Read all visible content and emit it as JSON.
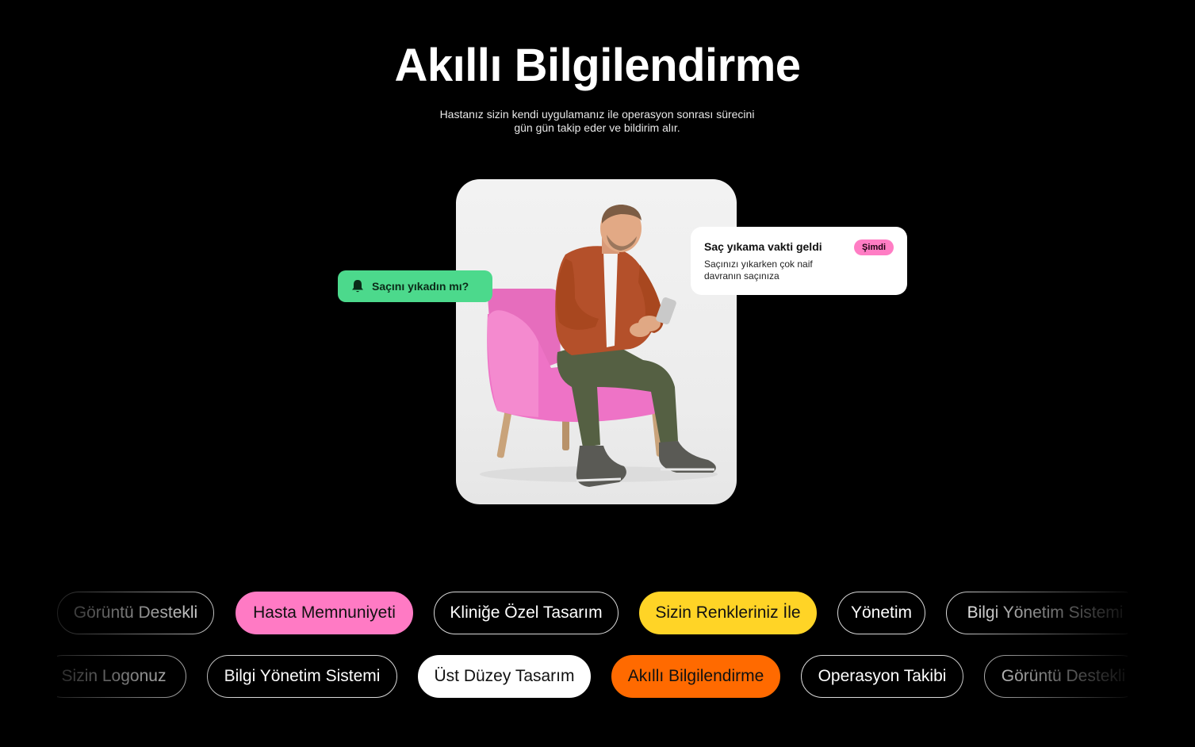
{
  "hero": {
    "title": "Akıllı Bilgilendirme",
    "subtitle_line1": "Hastanız sizin kendi uygulamanız ile operasyon sonrası sürecini",
    "subtitle_line2": "gün gün takip eder ve bildirim alır."
  },
  "notification_chip": {
    "icon": "bell-icon",
    "label": "Saçını yıkadın mı?",
    "color": "#4cd98c"
  },
  "notification_card": {
    "title": "Saç yıkama vakti geldi",
    "body": "Saçınızı yıkarken çok naif davranın saçınıza",
    "badge": "Şimdi",
    "badge_color": "#ff7dc4"
  },
  "tags": {
    "row1": [
      {
        "label": "Görüntü Destekli",
        "style": "outline"
      },
      {
        "label": "Hasta Memnuniyeti",
        "style": "pink"
      },
      {
        "label": "Kliniğe Özel Tasarım",
        "style": "outline"
      },
      {
        "label": "Sizin Renkleriniz İle",
        "style": "yellow"
      },
      {
        "label": "Yönetim",
        "style": "outline"
      },
      {
        "label": "Bilgi Yönetim Sistemi",
        "style": "outline"
      }
    ],
    "row2": [
      {
        "label": "Sizin Logonuz",
        "style": "outline"
      },
      {
        "label": "Bilgi Yönetim Sistemi",
        "style": "outline"
      },
      {
        "label": "Üst Düzey Tasarım",
        "style": "white"
      },
      {
        "label": "Akıllı Bilgilendirme",
        "style": "orange"
      },
      {
        "label": "Operasyon Takibi",
        "style": "outline"
      },
      {
        "label": "Görüntü Destekli",
        "style": "outline"
      }
    ]
  },
  "colors": {
    "background": "#000000",
    "pink": "#ff7ac4",
    "yellow": "#ffd426",
    "orange": "#ff6a00",
    "green": "#4cd98c"
  }
}
